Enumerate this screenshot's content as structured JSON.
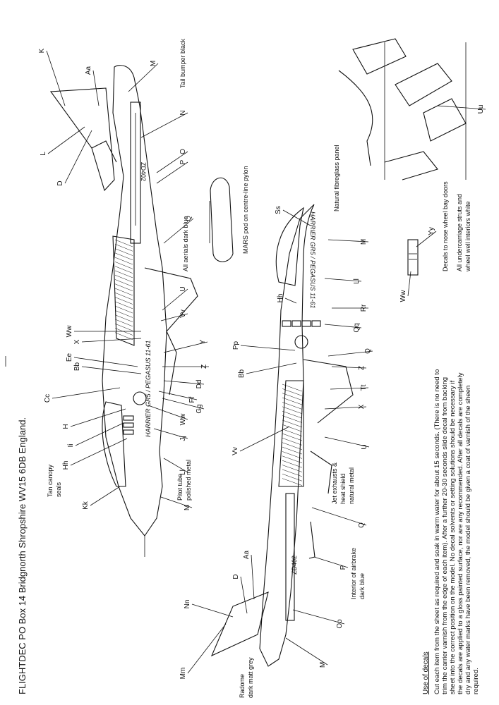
{
  "header": {
    "address": "FLIGHTDEC PO Box 14 Bridgnorth Shropshire WV15  6DB England."
  },
  "instructions": {
    "heading": "Use of decals",
    "lines": [
      "Cut each item from the sheet as required and soak in warm water for about 15 seconds. (There is no need to",
      "trim the carrier varnish from the edge of each item). After a further 20-30 seconds slide decal from backing",
      "sheet into the correct position on the model. No decal solvents or setting solutions should be necessary if",
      "the decals are applied to a gloss painted surface, nor are any recommended. After all decals are completely",
      "dry and any water marks have been removed, the model should be given a coat of varnish of the sheen",
      "required."
    ]
  },
  "notes": {
    "tail_bumper": "Tail bumper black",
    "aerials": "All aerials dark blue",
    "mars_pod": "MARS pod on centre-line pylon",
    "fibreglass": "Natural fibreglass panel",
    "nose_wheel": "Decals to nose wheel bay doors",
    "undercarriage_1": "All undercarriage struts and",
    "undercarriage_2": "wheel well interiors white",
    "canopy_1": "Tan canopy",
    "canopy_2": "seals",
    "pitot_1": "Pitot tube",
    "pitot_2": "polished metal",
    "jet_1": "Jet exhausts &",
    "jet_2": "heat shield",
    "jet_3": "natural metal",
    "airbrake_1": "Interior of airbrake",
    "airbrake_2": "dark blue",
    "radome_1": "Radome",
    "radome_2": "dark matt grey"
  },
  "aircraft": {
    "serial": "ZD402",
    "fuselage_text": "HARRIER GR5 / PEGASUS 11-61"
  },
  "labels": {
    "K": "K",
    "Aa": "Aa",
    "M": "M",
    "L": "L",
    "D": "D",
    "N": "N",
    "O": "O",
    "P": "P",
    "Q": "Q",
    "U": "U",
    "Vv": "Vv",
    "Ww": "Ww",
    "X": "X",
    "Y": "Y",
    "Z": "Z",
    "Ee": "Ee",
    "Bb": "Bb",
    "Cc": "Cc",
    "Dd": "Dd",
    "Ff": "Ff",
    "Gg": "Gg",
    "H": "H",
    "Ii": "Ii",
    "Jj": "Jj",
    "Hh": "Hh",
    "Ll": "Ll",
    "Kk": "Kk",
    "Ss": "Ss",
    "Rr": "Rr",
    "Qq": "Qq",
    "Pp": "Pp",
    "Tt": "Tt",
    "Uu": "Uu",
    "Yy": "Yy",
    "Nn": "Nn",
    "Mm": "Mm",
    "Oo": "Oo"
  }
}
